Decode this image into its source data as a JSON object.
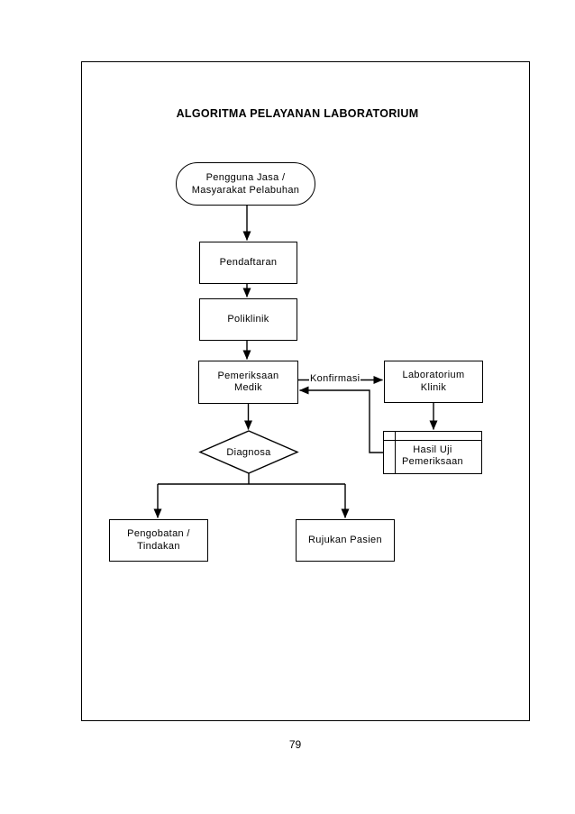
{
  "document": {
    "title": "ALGORITMA PELAYANAN LABORATORIUM",
    "page_number": "79"
  },
  "flowchart": {
    "nodes": [
      {
        "id": "start",
        "shape": "terminator",
        "label": "Pengguna Jasa /\nMasyarakat Pelabuhan"
      },
      {
        "id": "pendaftaran",
        "shape": "process",
        "label": "Pendaftaran"
      },
      {
        "id": "poliklinik",
        "shape": "process",
        "label": "Poliklinik"
      },
      {
        "id": "pemeriksaan-medik",
        "shape": "process",
        "label": "Pemeriksaan\nMedik"
      },
      {
        "id": "laboratorium-klinik",
        "shape": "process",
        "label": "Laboratorium\nKlinik"
      },
      {
        "id": "hasil-uji-pemeriksaan",
        "shape": "internal-storage",
        "label": "Hasil Uji\nPemeriksaan"
      },
      {
        "id": "diagnosa",
        "shape": "decision",
        "label": "Diagnosa"
      },
      {
        "id": "pengobatan-tindakan",
        "shape": "process",
        "label": "Pengobatan /\nTindakan"
      },
      {
        "id": "rujukan-pasien",
        "shape": "process",
        "label": "Rujukan Pasien"
      }
    ],
    "edge_label": "Konfirmasi",
    "colors": {
      "line": "#000000",
      "text": "#000000",
      "page_background": "#ffffff"
    }
  }
}
